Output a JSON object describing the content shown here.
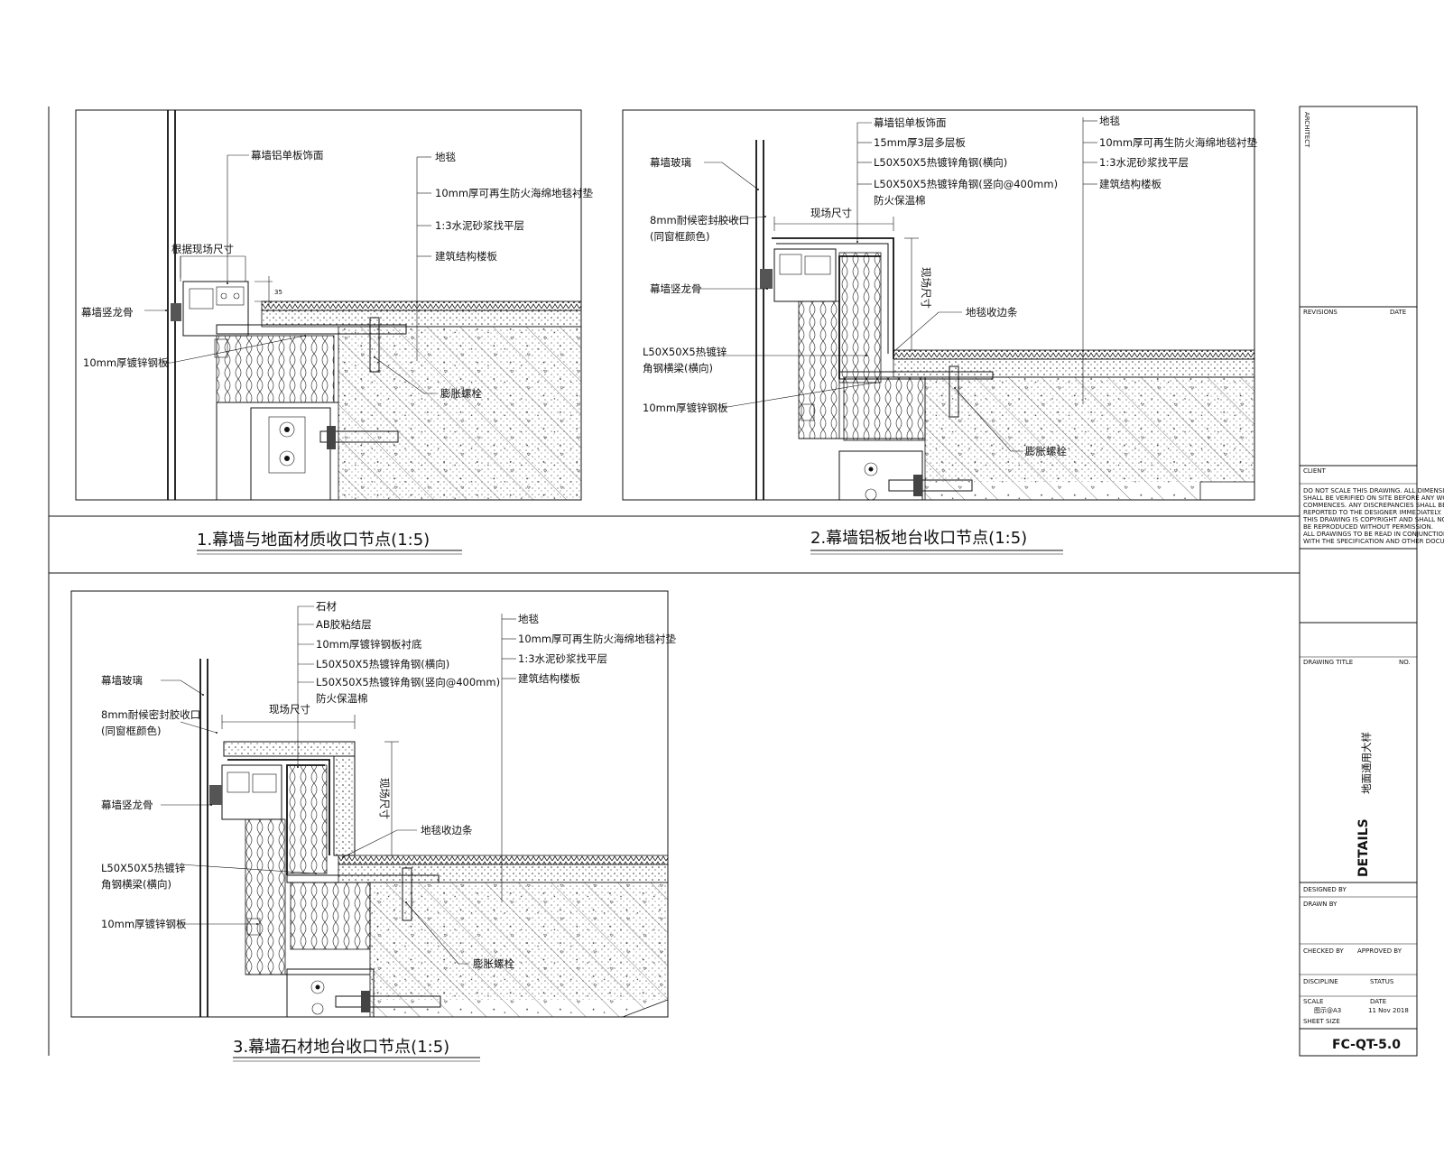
{
  "details": [
    {
      "caption": "1.幕墙与地面材质收口节点(1:5)",
      "labels": {
        "facade": "幕墙铝单板饰面",
        "on_site": "根据现场尺寸",
        "mullion": "幕墙竖龙骨",
        "galv_plate": "10mm厚镀锌钢板",
        "carpet": "地毯",
        "underlay": "10mm厚可再生防火海绵地毯衬垫",
        "screed": "1:3水泥砂浆找平层",
        "slab": "建筑结构楼板",
        "anchor": "膨胀螺栓",
        "dim_35": "35"
      }
    },
    {
      "caption": "2.幕墙铝板地台收口节点(1:5)",
      "labels": {
        "facade": "幕墙铝单板饰面",
        "board": "15mm厚3层多层板",
        "angle_steel": "L50X50X5热镀锌角钢(横向)",
        "angle_steel_vert": "L50X50X5热镀锌角钢(竖向@400mm)",
        "insulation": "防火保温棉",
        "glass": "幕墙玻璃",
        "sealant": "8mm耐候密封胶收口",
        "sealant_note": "(同窗框颜色)",
        "mullion": "幕墙竖龙骨",
        "angle_beam": "L50X50X5热镀锌",
        "angle_beam_2": "角钢横梁(横向)",
        "galv_plate": "10mm厚镀锌钢板",
        "on_site": "现场尺寸",
        "on_site_v": "现场尺寸",
        "trim": "地毯收边条",
        "carpet": "地毯",
        "underlay": "10mm厚可再生防火海绵地毯衬垫",
        "screed": "1:3水泥砂浆找平层",
        "slab": "建筑结构楼板",
        "anchor": "膨胀螺栓"
      }
    },
    {
      "caption": "3.幕墙石材地台收口节点(1:5)",
      "labels": {
        "stone": "石材",
        "adhesive": "AB胶粘结层",
        "backplate": "10mm厚镀锌钢板衬底",
        "angle_steel": "L50X50X5热镀锌角钢(横向)",
        "angle_steel_vert": "L50X50X5热镀锌角钢(竖向@400mm)",
        "insulation": "防火保温棉",
        "glass": "幕墙玻璃",
        "sealant": "8mm耐候密封胶收口",
        "sealant_note": "(同窗框颜色)",
        "mullion": "幕墙竖龙骨",
        "angle_beam": "L50X50X5热镀锌",
        "angle_beam_2": "角钢横梁(横向)",
        "galv_plate": "10mm厚镀锌钢板",
        "on_site": "现场尺寸",
        "on_site_v": "现场尺寸",
        "trim": "地毯收边条",
        "carpet": "地毯",
        "underlay": "10mm厚可再生防火海绵地毯衬垫",
        "screed": "1:3水泥砂浆找平层",
        "slab": "建筑结构楼板",
        "anchor": "膨胀螺栓"
      }
    }
  ],
  "title_block": {
    "top_label": "ARCHITECT",
    "revisions": "REVISIONS",
    "date": "DATE",
    "client": "CLIENT",
    "notes": [
      "DO NOT SCALE THIS DRAWING. ALL DIMENSIONS",
      "SHALL BE VERIFIED ON SITE BEFORE ANY WORK",
      "COMMENCES. ANY DISCREPANCIES SHALL BE",
      "REPORTED TO THE DESIGNER IMMEDIATELY.",
      "THIS DRAWING IS COPYRIGHT AND SHALL NOT",
      "BE REPRODUCED WITHOUT PERMISSION.",
      "ALL DRAWINGS TO BE READ IN CONJUNCTION",
      "WITH THE SPECIFICATION AND OTHER DOCUMENTS."
    ],
    "drawing_title_label": "DRAWING TITLE",
    "no_label": "NO.",
    "drawing_title_en": "DETAILS",
    "drawing_title_cn": "地面通用大样",
    "designed_by": "DESIGNED BY",
    "drawn_by": "DRAWN BY",
    "checked_by": "CHECKED BY",
    "approved_by": "APPROVED BY",
    "discipline": "DISCIPLINE",
    "status": "STATUS",
    "scale": "SCALE",
    "scale_value": "图示@A3",
    "date_label": "DATE",
    "date_value": "11 Nov 2018",
    "sheet_size": "SHEET SIZE",
    "drawing_number": "FC-QT-5.0"
  }
}
